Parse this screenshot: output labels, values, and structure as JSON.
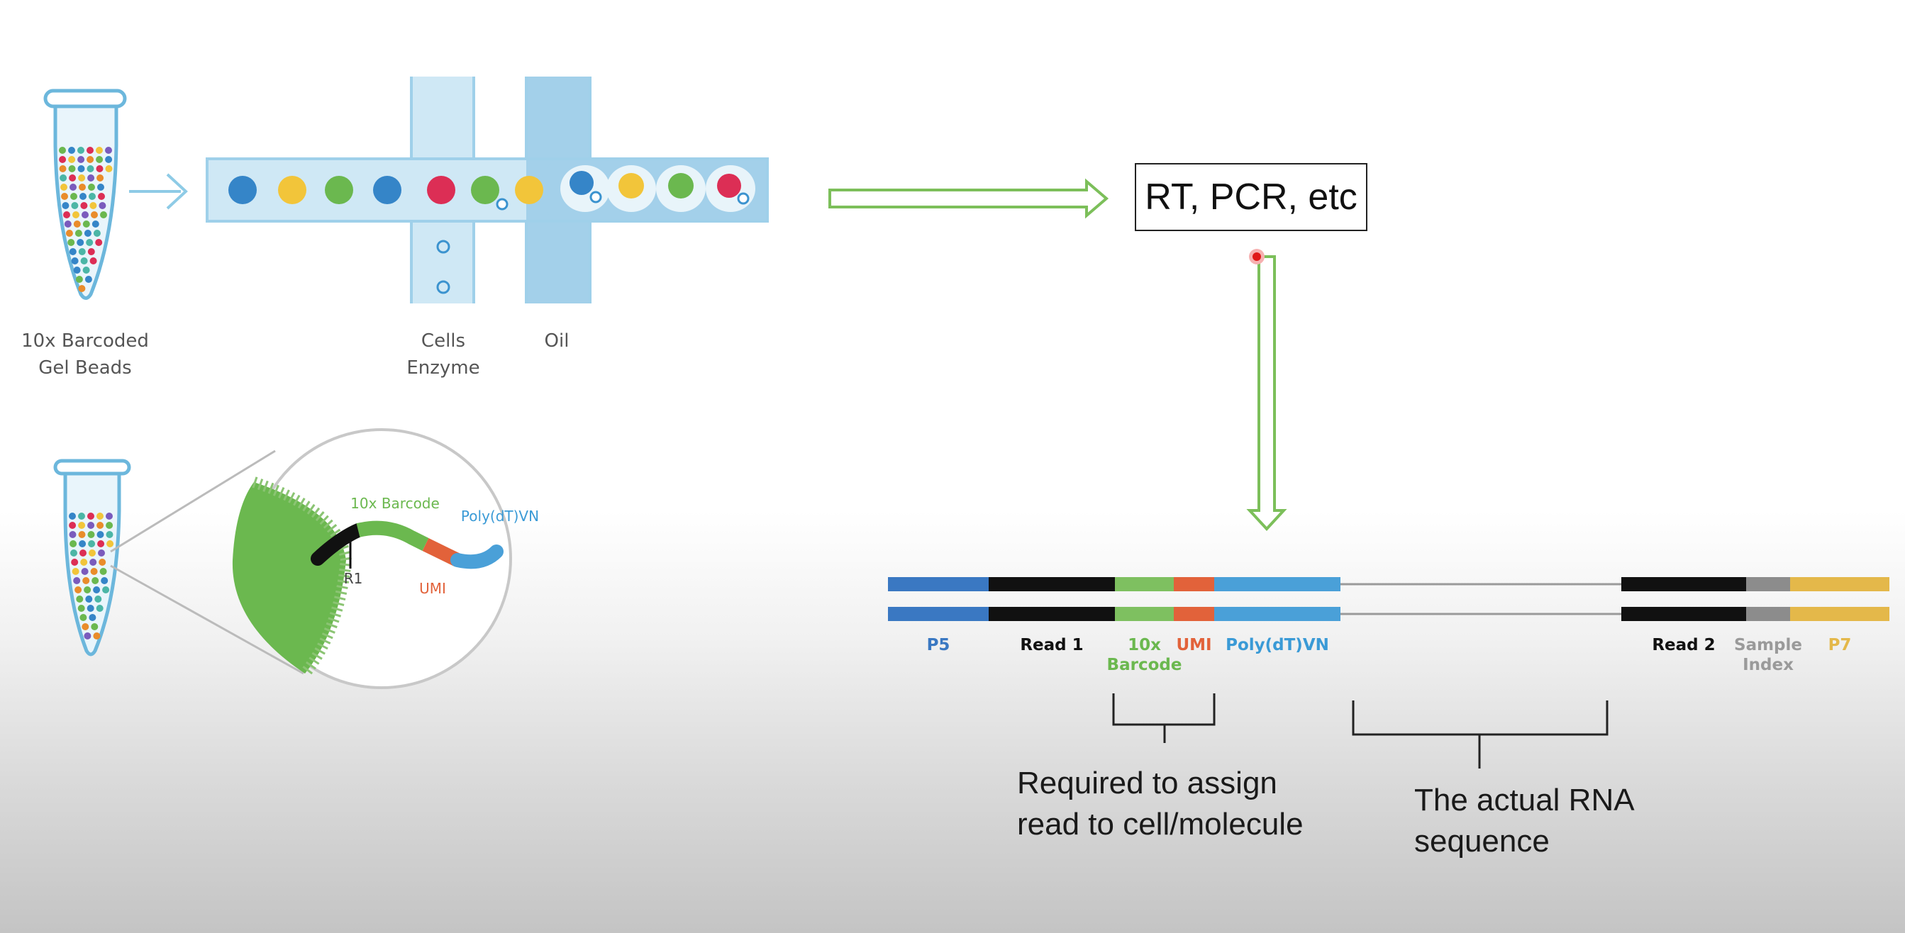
{
  "microfluidics": {
    "tube_label_line1": "10x Barcoded",
    "tube_label_line2": "Gel Beads",
    "cells_label_line1": "Cells",
    "cells_label_line2": "Enzyme",
    "oil_label": "Oil"
  },
  "bead": {
    "barcode_label": "10x Barcode",
    "polydt_label": "Poly(dT)VN",
    "r1_label": "R1",
    "umi_label": "UMI"
  },
  "process_box": {
    "label": "RT, PCR, etc"
  },
  "construct": {
    "segments": [
      {
        "id": "p5",
        "line1": "P5",
        "line2": "",
        "color": "#3a78c2"
      },
      {
        "id": "read1",
        "line1": "Read 1",
        "line2": "",
        "color": "#111111"
      },
      {
        "id": "barcode",
        "line1": "10x",
        "line2": "Barcode",
        "color": "#7ec060"
      },
      {
        "id": "umi",
        "line1": "UMI",
        "line2": "",
        "color": "#e2623a"
      },
      {
        "id": "polydt",
        "line1": "Poly(dT)VN",
        "line2": "",
        "color": "#4aa0d8"
      },
      {
        "id": "read2",
        "line1": "Read 2",
        "line2": "",
        "color": "#111111"
      },
      {
        "id": "sample-index",
        "line1": "Sample",
        "line2": "Index",
        "color": "#8c8c8c"
      },
      {
        "id": "p7",
        "line1": "P7",
        "line2": "",
        "color": "#e4b84a"
      }
    ]
  },
  "annotations": {
    "assign_line1": "Required to assign",
    "assign_line2": "read to cell/molecule",
    "rna_line1": "The actual RNA",
    "rna_line2": "sequence"
  },
  "colors": {
    "channel_light": "#cfe8f5",
    "channel_oil": "#a3d0ea",
    "bead_blue": "#3585c8",
    "bead_yellow": "#f2c53a",
    "bead_green": "#6bb84f",
    "bead_red": "#dc2e55",
    "arrow_green": "#7cbf5a",
    "bracket": "#222222"
  }
}
